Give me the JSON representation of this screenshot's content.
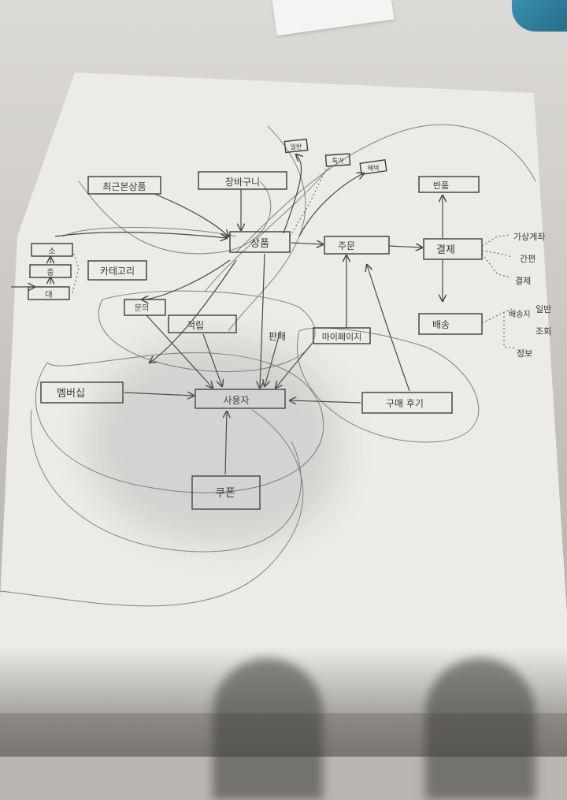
{
  "nodes": {
    "used_product": "최근본상품",
    "cart": "장바구니",
    "product": "상품",
    "category": "카테고리",
    "cat_small": "소",
    "cat_mid": "중",
    "cat_large": "대",
    "order": "주문",
    "payment": "결제",
    "refund": "반품",
    "delivery": "배송",
    "pay_opt_1": "가상계좌",
    "pay_opt_2": "간편",
    "pay_opt_3": "결제",
    "deliv_opt_1": "일반",
    "deliv_opt_2": "배송지",
    "deliv_opt_3": "조회",
    "deliv_opt_4": "정보",
    "membership": "멤버십",
    "user": "사용자",
    "inquiry": "문의",
    "point": "적립",
    "sale": "판매",
    "mypage": "마이페이지",
    "review": "구매 후기",
    "coupon": "쿠폰",
    "tag_1": "일반",
    "tag_2": "특가",
    "tag_3": "혜택"
  },
  "ink_color": "#4a4744"
}
